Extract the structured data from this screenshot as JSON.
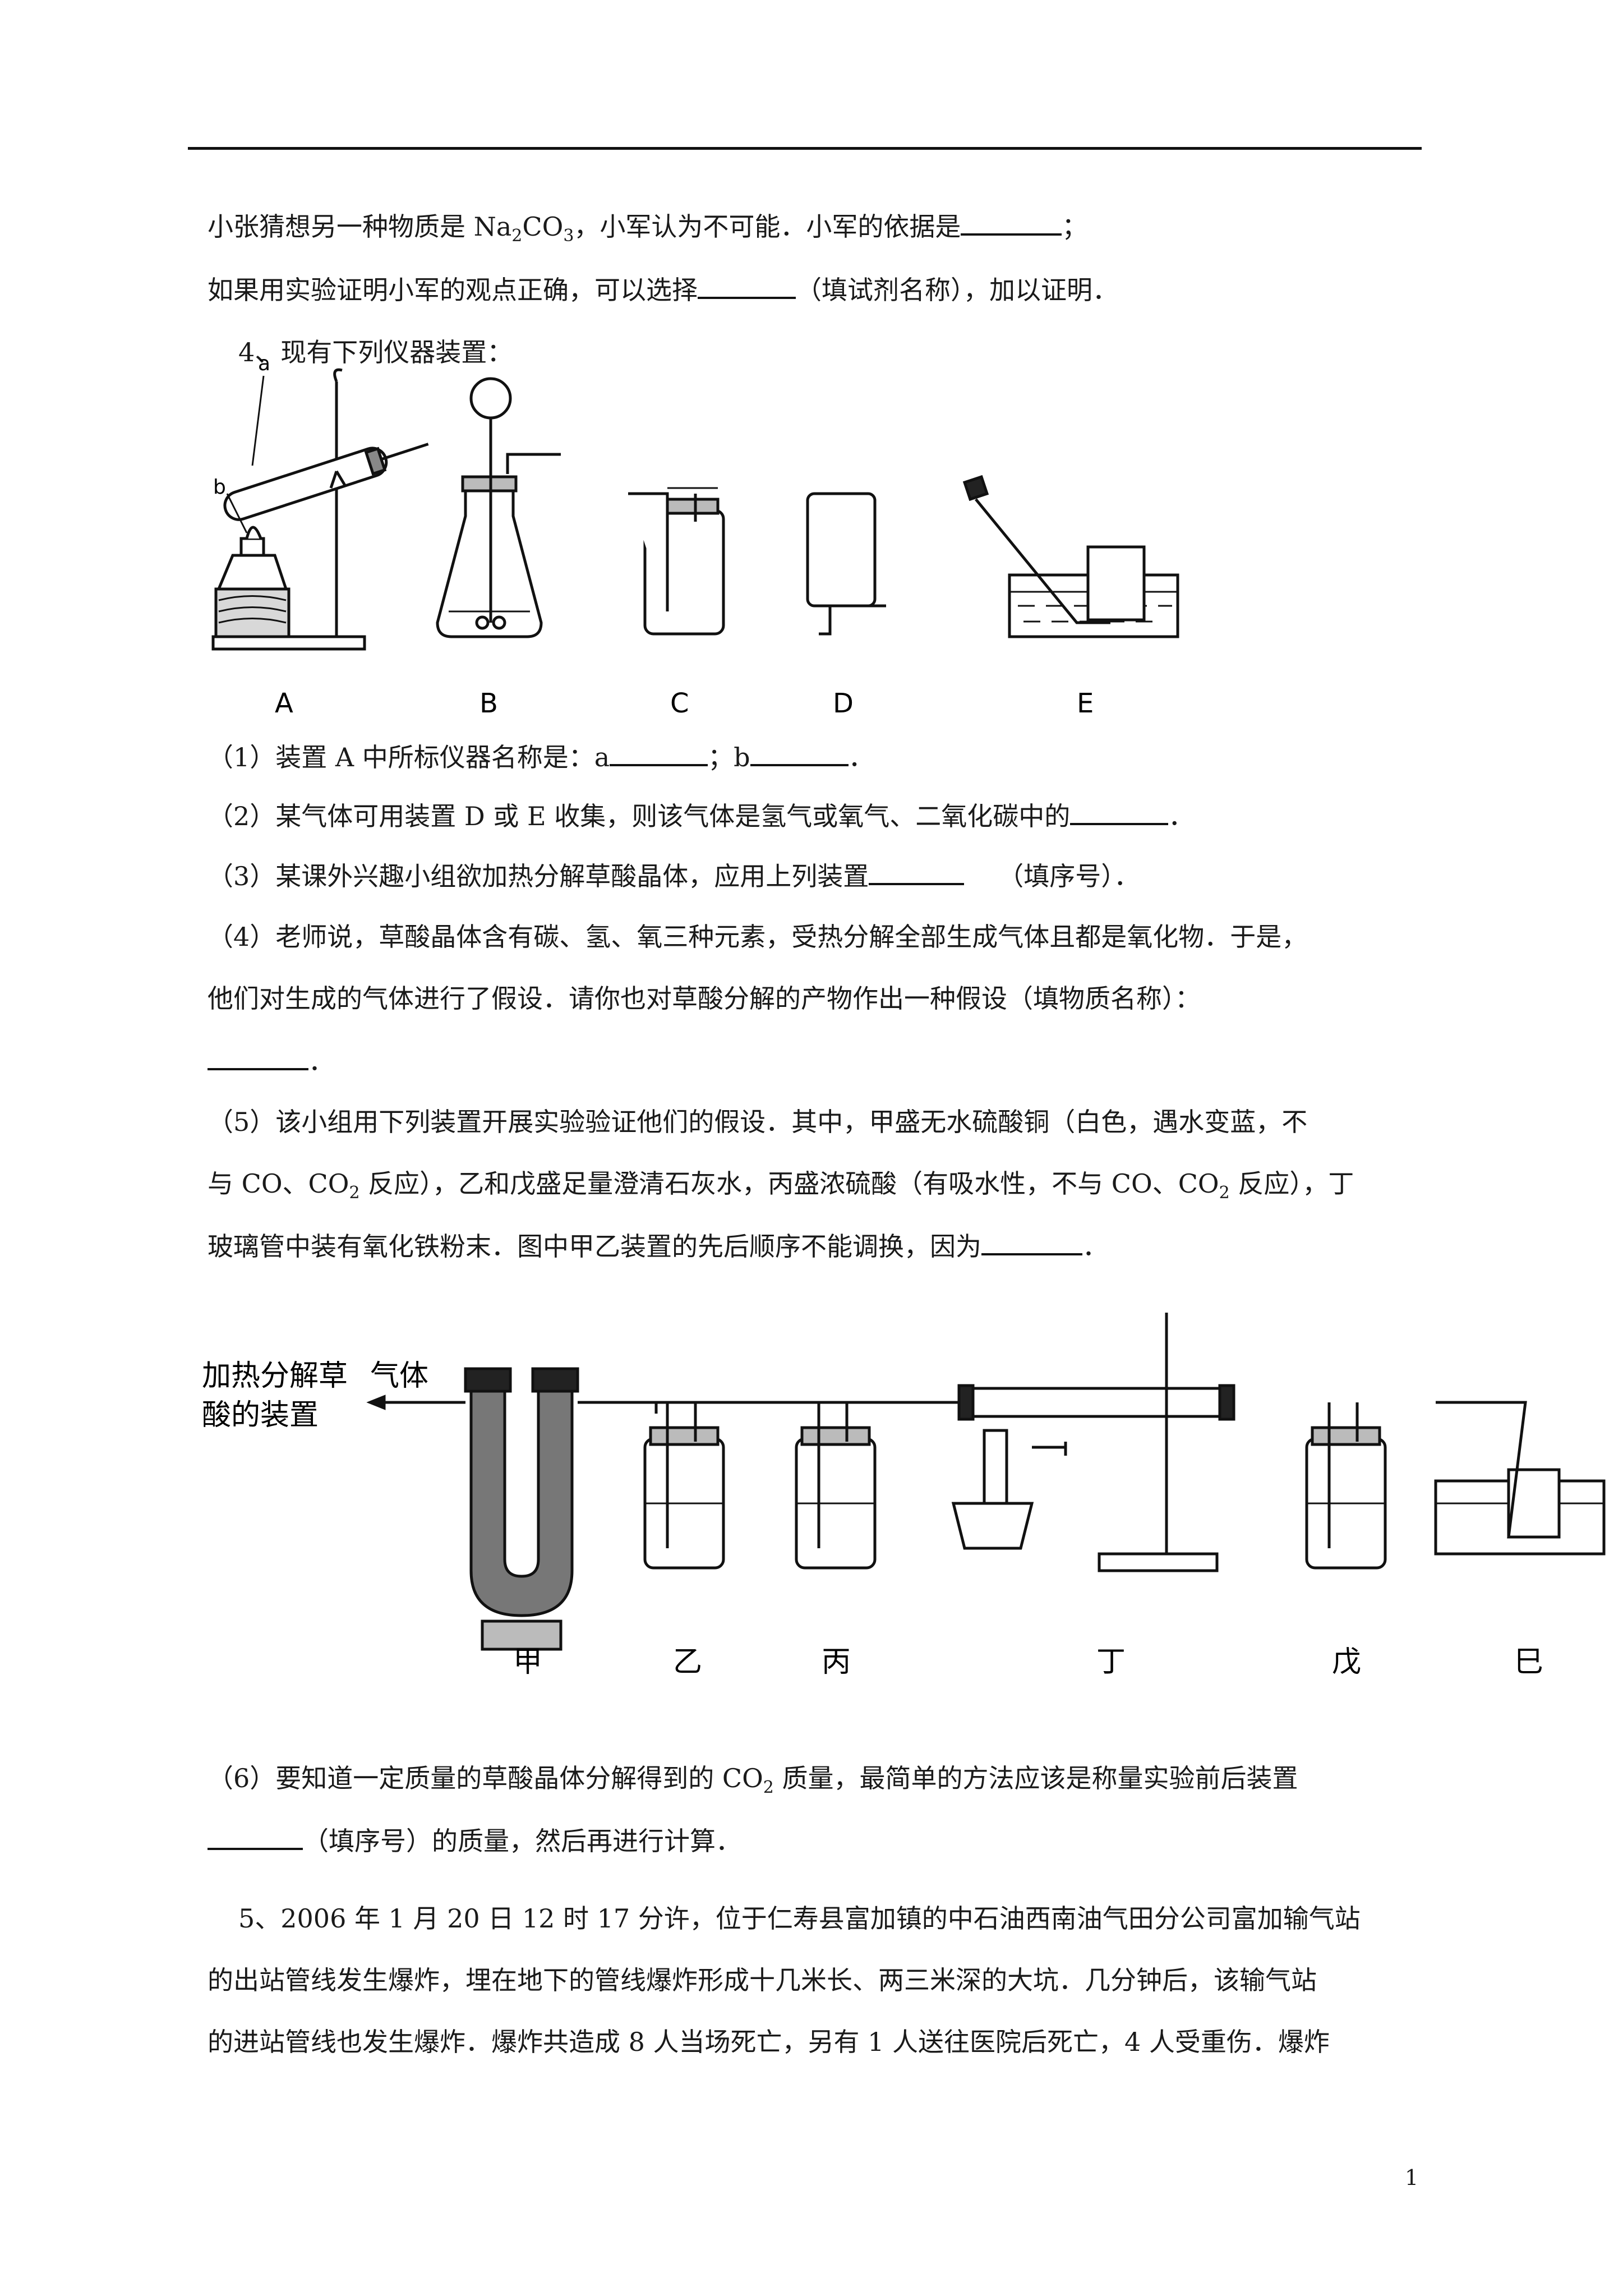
{
  "header_rule": true,
  "paragraphs": {
    "p1a": "小张猜想另一种物质是 Na",
    "p1_sub1": "2",
    "p1b": "CO",
    "p1_sub2": "3",
    "p1c": "，小军认为不可能．小军的依据是",
    "p1d": "；",
    "p2a": "如果用实验证明小军的观点正确，可以选择",
    "p2b": "（填试剂名称），加以证明．",
    "q4_title": "4、现有下列仪器装置：",
    "q4_1a": "（1）装置 A 中所标仪器名称是：a",
    "q4_1b": "；b",
    "q4_1c": "．",
    "q4_2a": "（2）某气体可用装置 D 或 E 收集，则该气体是氢气或氧气、二氧化碳中的",
    "q4_2b": "．",
    "q4_3a": "（3）某课外兴趣小组欲加热分解草酸晶体，应用上列装置",
    "q4_3b": "（填序号）．",
    "q4_4a": "（4）老师说，草酸晶体含有碳、氢、氧三种元素，受热分解全部生成气体且都是氧化物．于是，",
    "q4_4b": "他们对生成的气体进行了假设．请你也对草酸分解的产物作出一种假设（填物质名称）：",
    "q4_4c": "．",
    "q4_5a": "（5）该小组用下列装置开展实验验证他们的假设．其中，甲盛无水硫酸铜（白色，遇水变蓝，不",
    "q4_5b1": "与 CO、CO",
    "q4_5b_sub": "2",
    "q4_5b2": " 反应），乙和戊盛足量澄清石灰水，丙盛浓硫酸（有吸水性，不与 CO、CO",
    "q4_5b_sub2": "2",
    "q4_5b3": " 反应），丁",
    "q4_5c": "玻璃管中装有氧化铁粉末．图中甲乙装置的先后顺序不能调换，因为",
    "q4_5d": "．",
    "q4_6a1": "（6）要知道一定质量的草酸晶体分解得到的 CO",
    "q4_6a_sub": "2",
    "q4_6a2": " 质量，最简单的方法应该是称量实验前后装置",
    "q4_6b": "（填序号）的质量，然后再进行计算．",
    "q5_a": "5、2006 年 1 月 20 日 12 时 17 分许，位于仁寿县富加镇的中石油西南油气田分公司富加输气站",
    "q5_b": "的出站管线发生爆炸，埋在地下的管线爆炸形成十几米长、两三米深的大坑．几分钟后，该输气站",
    "q5_c": "的进站管线也发生爆炸．爆炸共造成 8 人当场死亡，另有 1 人送往医院后死亡，4 人受重伤．爆炸"
  },
  "figure1": {
    "labels": [
      "A",
      "B",
      "C",
      "D",
      "E"
    ],
    "part_a": "a",
    "part_b": "b"
  },
  "figure2": {
    "source_label": "加热分解草酸的装置",
    "gas_label": "气体",
    "labels": [
      "甲",
      "乙",
      "丙",
      "丁",
      "戊",
      "巳"
    ]
  },
  "page_number": "1"
}
